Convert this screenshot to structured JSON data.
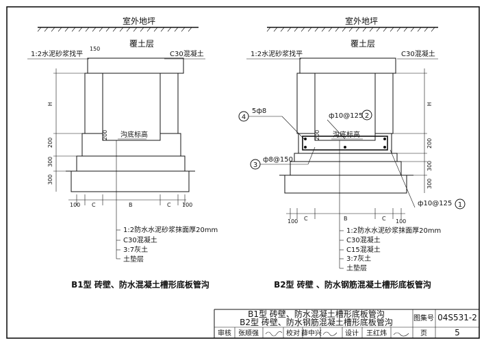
{
  "left": {
    "ground_label": "室外地坪",
    "cover_label": "覆土层",
    "mortar_label": "1:2水泥砂浆找平",
    "concrete_label": "C30混凝土",
    "bottom_label": "沟底标高",
    "dim_top": "150",
    "dim_h": "H",
    "dim_200": "200",
    "dim_300a": "300",
    "dim_300b": "300",
    "dim_small": "200",
    "bottom_dims": [
      "100",
      "C",
      "B",
      "C",
      "100"
    ],
    "layers": [
      "1:2防水水泥砂浆抹面厚20mm",
      "C30混凝土",
      "3:7灰土",
      "土垫层"
    ],
    "caption": "B1型   砖壁、防水混凝土槽形底板管沟"
  },
  "right": {
    "ground_label": "室外地坪",
    "cover_label": "覆土层",
    "mortar_label": "1:2水泥砂浆找平",
    "concrete_label": "C30混凝土",
    "bottom_label": "沟底标高",
    "rebar4": "4",
    "rebar4_text": "5ф8",
    "rebar2_text": "ф10@125",
    "rebar2": "2",
    "rebar3": "3",
    "rebar3_text": "ф8@150",
    "rebar1_text": "ф10@125",
    "rebar1": "1",
    "dim_h": "H",
    "dim_200": "200",
    "dim_300a": "300",
    "dim_300b": "300",
    "dim_small": "200",
    "bottom_dims": [
      "100",
      "C",
      "B",
      "C",
      "100"
    ],
    "layers": [
      "1:2防水水泥砂浆抹面厚20mm",
      "C30混凝土",
      "C15混凝土",
      "3:7灰土",
      "土垫层"
    ],
    "caption": "B2型   砖壁 、防水钢筋混凝土槽形底板管沟"
  },
  "title_block": {
    "title_line1": "B1型   砖壁、防水混凝土槽形底板管沟",
    "title_line2": "B2型   砖壁、防水钢筋混凝土槽形底板管沟",
    "atlas_label": "图集号",
    "atlas_no": "04S531-2",
    "review_label": "审核",
    "reviewer": "张顺强",
    "check_label": "校对",
    "checker": "薛中兴",
    "design_label": "设计",
    "designer": "王红炜",
    "page_label": "页",
    "page_no": "5"
  }
}
